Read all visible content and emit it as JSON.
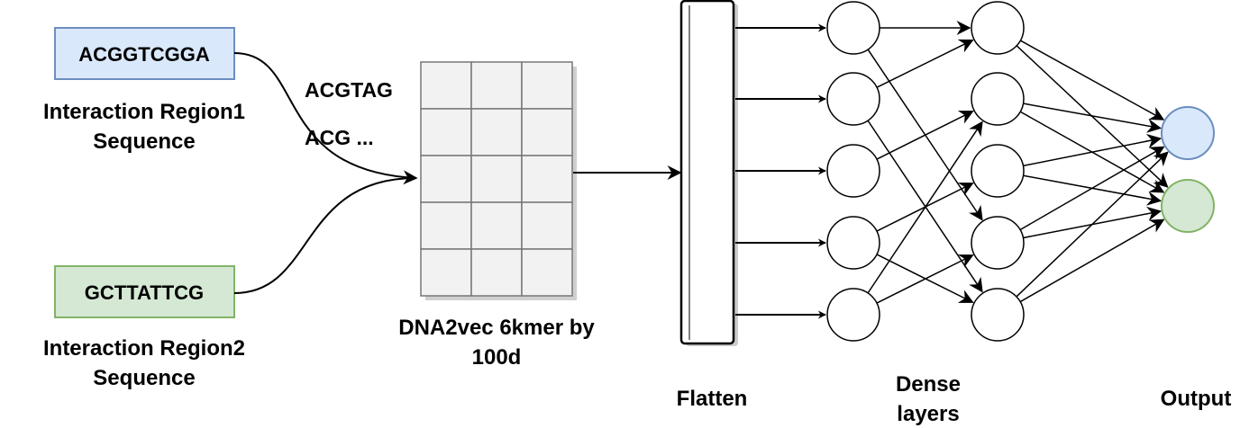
{
  "inputs": {
    "seq1": "ACGGTCGGA",
    "region1_line1": "Interaction Region1",
    "region1_line2": "Sequence",
    "seq2": "GCTTATTCG",
    "region2_line1": "Interaction Region2",
    "region2_line2": "Sequence"
  },
  "kmers": {
    "line1": "ACGTAG",
    "line2": "ACG ...",
    "color": "#1f1fbf"
  },
  "embedding": {
    "label_line1": "DNA2vec 6kmer by",
    "label_line2": "100d",
    "grid_rows": 5,
    "grid_cols": 3
  },
  "flatten": {
    "label": "Flatten"
  },
  "dense": {
    "label_line1": "Dense",
    "label_line2": "layers",
    "layer1_nodes": 5,
    "layer2_nodes": 5
  },
  "output": {
    "label": "Output",
    "node_count": 2
  },
  "colors": {
    "seq1_fill": "#dae8fc",
    "seq1_stroke": "#6c8ebf",
    "seq2_fill": "#d5e8d4",
    "seq2_stroke": "#82b366",
    "out1_fill": "#dae8fc",
    "out1_stroke": "#6c8ebf",
    "out2_fill": "#d5e8d4",
    "out2_stroke": "#82b366"
  }
}
